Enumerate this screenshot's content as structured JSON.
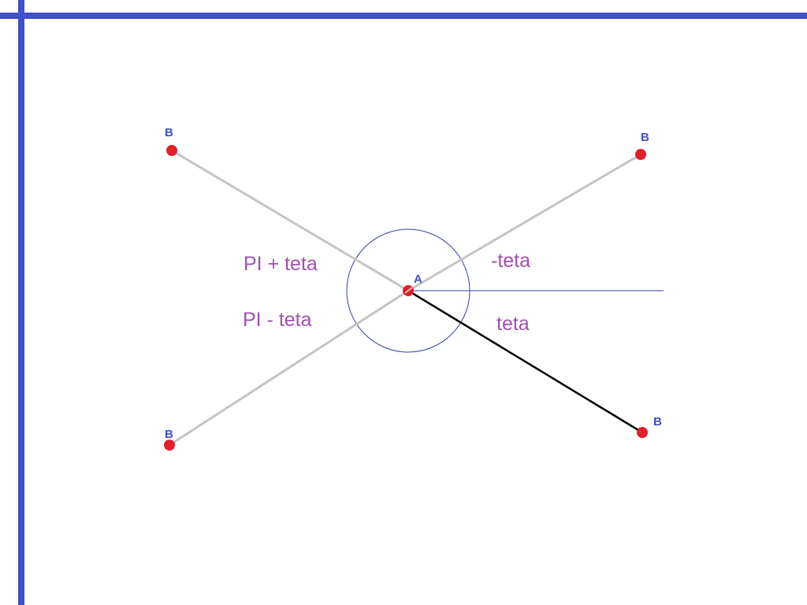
{
  "colors": {
    "axis": "#4050c8",
    "circle": "#3040b0",
    "reference_line": "#3040b0",
    "segment_gray": "#c4c4c4",
    "segment_active": "#000000",
    "point_fill": "#e0202a",
    "point_label": "#4050c8",
    "angle_label": "#a050b0"
  },
  "points": {
    "center": {
      "label": "A"
    },
    "top_left": {
      "label": "B"
    },
    "top_right": {
      "label": "B"
    },
    "bottom_left": {
      "label": "B"
    },
    "bottom_right": {
      "label": "B"
    }
  },
  "angles": {
    "upper_right": "-teta",
    "lower_right": "teta",
    "upper_left": "PI + teta",
    "lower_left": "PI - teta"
  }
}
